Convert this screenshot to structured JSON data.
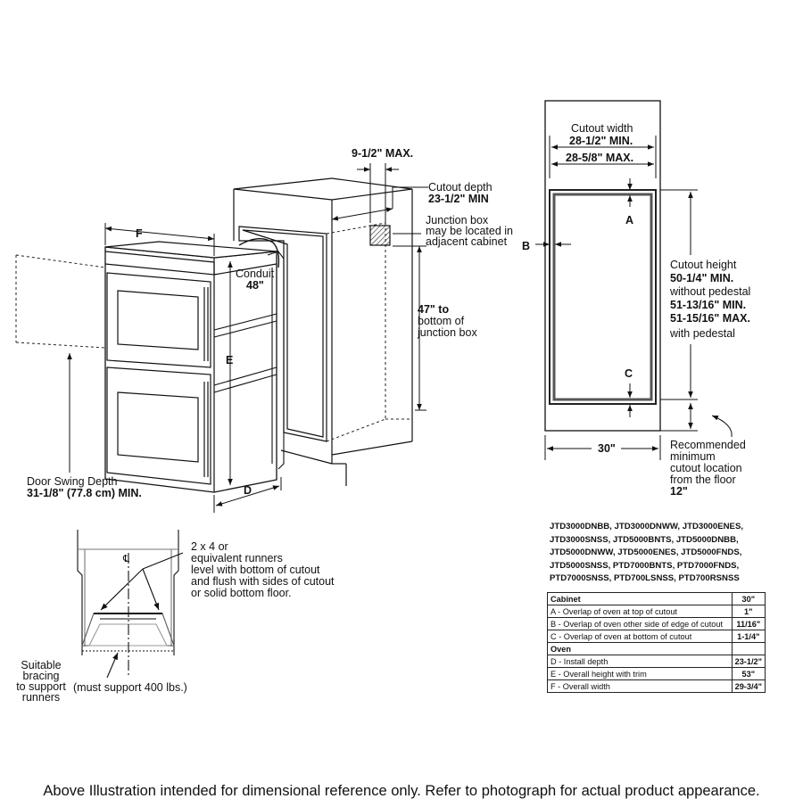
{
  "labels": {
    "nine_half_max": "9-1/2\" MAX.",
    "cutout_depth": "Cutout depth",
    "cutout_depth_val": "23-1/2\" MIN",
    "jbox_1": "Junction box",
    "jbox_2": "may be located in",
    "jbox_3": "adjacent cabinet",
    "f": "F",
    "conduit": "Conduit",
    "conduit_val": "48\"",
    "jb47_val": "47\" to",
    "jb47_2": "bottom of",
    "jb47_3": "junction box",
    "e": "E",
    "d": "D",
    "door_swing": "Door Swing Depth",
    "door_swing_val": "31-1/8\" (77.8 cm) MIN.",
    "cutout_width": "Cutout width",
    "cutout_width_min": "28-1/2\" MIN.",
    "cutout_width_max": "28-5/8\" MAX.",
    "a": "A",
    "b": "B",
    "c": "C",
    "cutout_height": "Cutout height",
    "ch_min": "50-1/4\" MIN.",
    "ch_without": "without pedestal",
    "ch_min2": "51-13/16\" MIN.",
    "ch_max2": "51-15/16\" MAX.",
    "ch_with": "with pedestal",
    "thirty": "30\"",
    "rec_1": "Recommended",
    "rec_2": "minimum",
    "rec_3": "cutout location",
    "rec_4": "from the floor",
    "rec_val": "12\"",
    "cl": "℄",
    "runners_1": "2 x 4 or",
    "runners_2": "equivalent runners",
    "runners_3": "level with bottom of cutout",
    "runners_4": "and flush with sides of cutout",
    "runners_5": "or solid bottom floor.",
    "bracing_1": "Suitable",
    "bracing_2": "bracing",
    "bracing_3": "to support",
    "bracing_4": "runners",
    "must_support": "(must support 400 lbs.)"
  },
  "models": [
    "JTD3000DNBB, JTD3000DNWW, JTD3000ENES,",
    "JTD3000SNSS, JTD5000BNTS, JTD5000DNBB,",
    "JTD5000DNWW, JTD5000ENES, JTD5000FNDS,",
    "JTD5000SNSS, PTD7000BNTS, PTD7000FNDS,",
    "PTD7000SNSS, PTD700LSNSS, PTD700RSNSS"
  ],
  "spec_table": [
    {
      "label": "Cabinet",
      "value": "30\"",
      "header": true
    },
    {
      "label": "A - Overlap of oven at top of cutout",
      "value": "1\""
    },
    {
      "label": "B - Overlap of oven other side of edge of cutout",
      "value": "11/16\""
    },
    {
      "label": "C - Overlap of oven at bottom of cutout",
      "value": "1-1/4\""
    },
    {
      "label": "Oven",
      "value": "",
      "header": true
    },
    {
      "label": "D - Install depth",
      "value": "23-1/2\""
    },
    {
      "label": "E - Overall height with trim",
      "value": "53\""
    },
    {
      "label": "F - Overall width",
      "value": "29-3/4\""
    }
  ],
  "footer": "Above Illustration intended for dimensional reference only. Refer to photograph for actual product appearance."
}
